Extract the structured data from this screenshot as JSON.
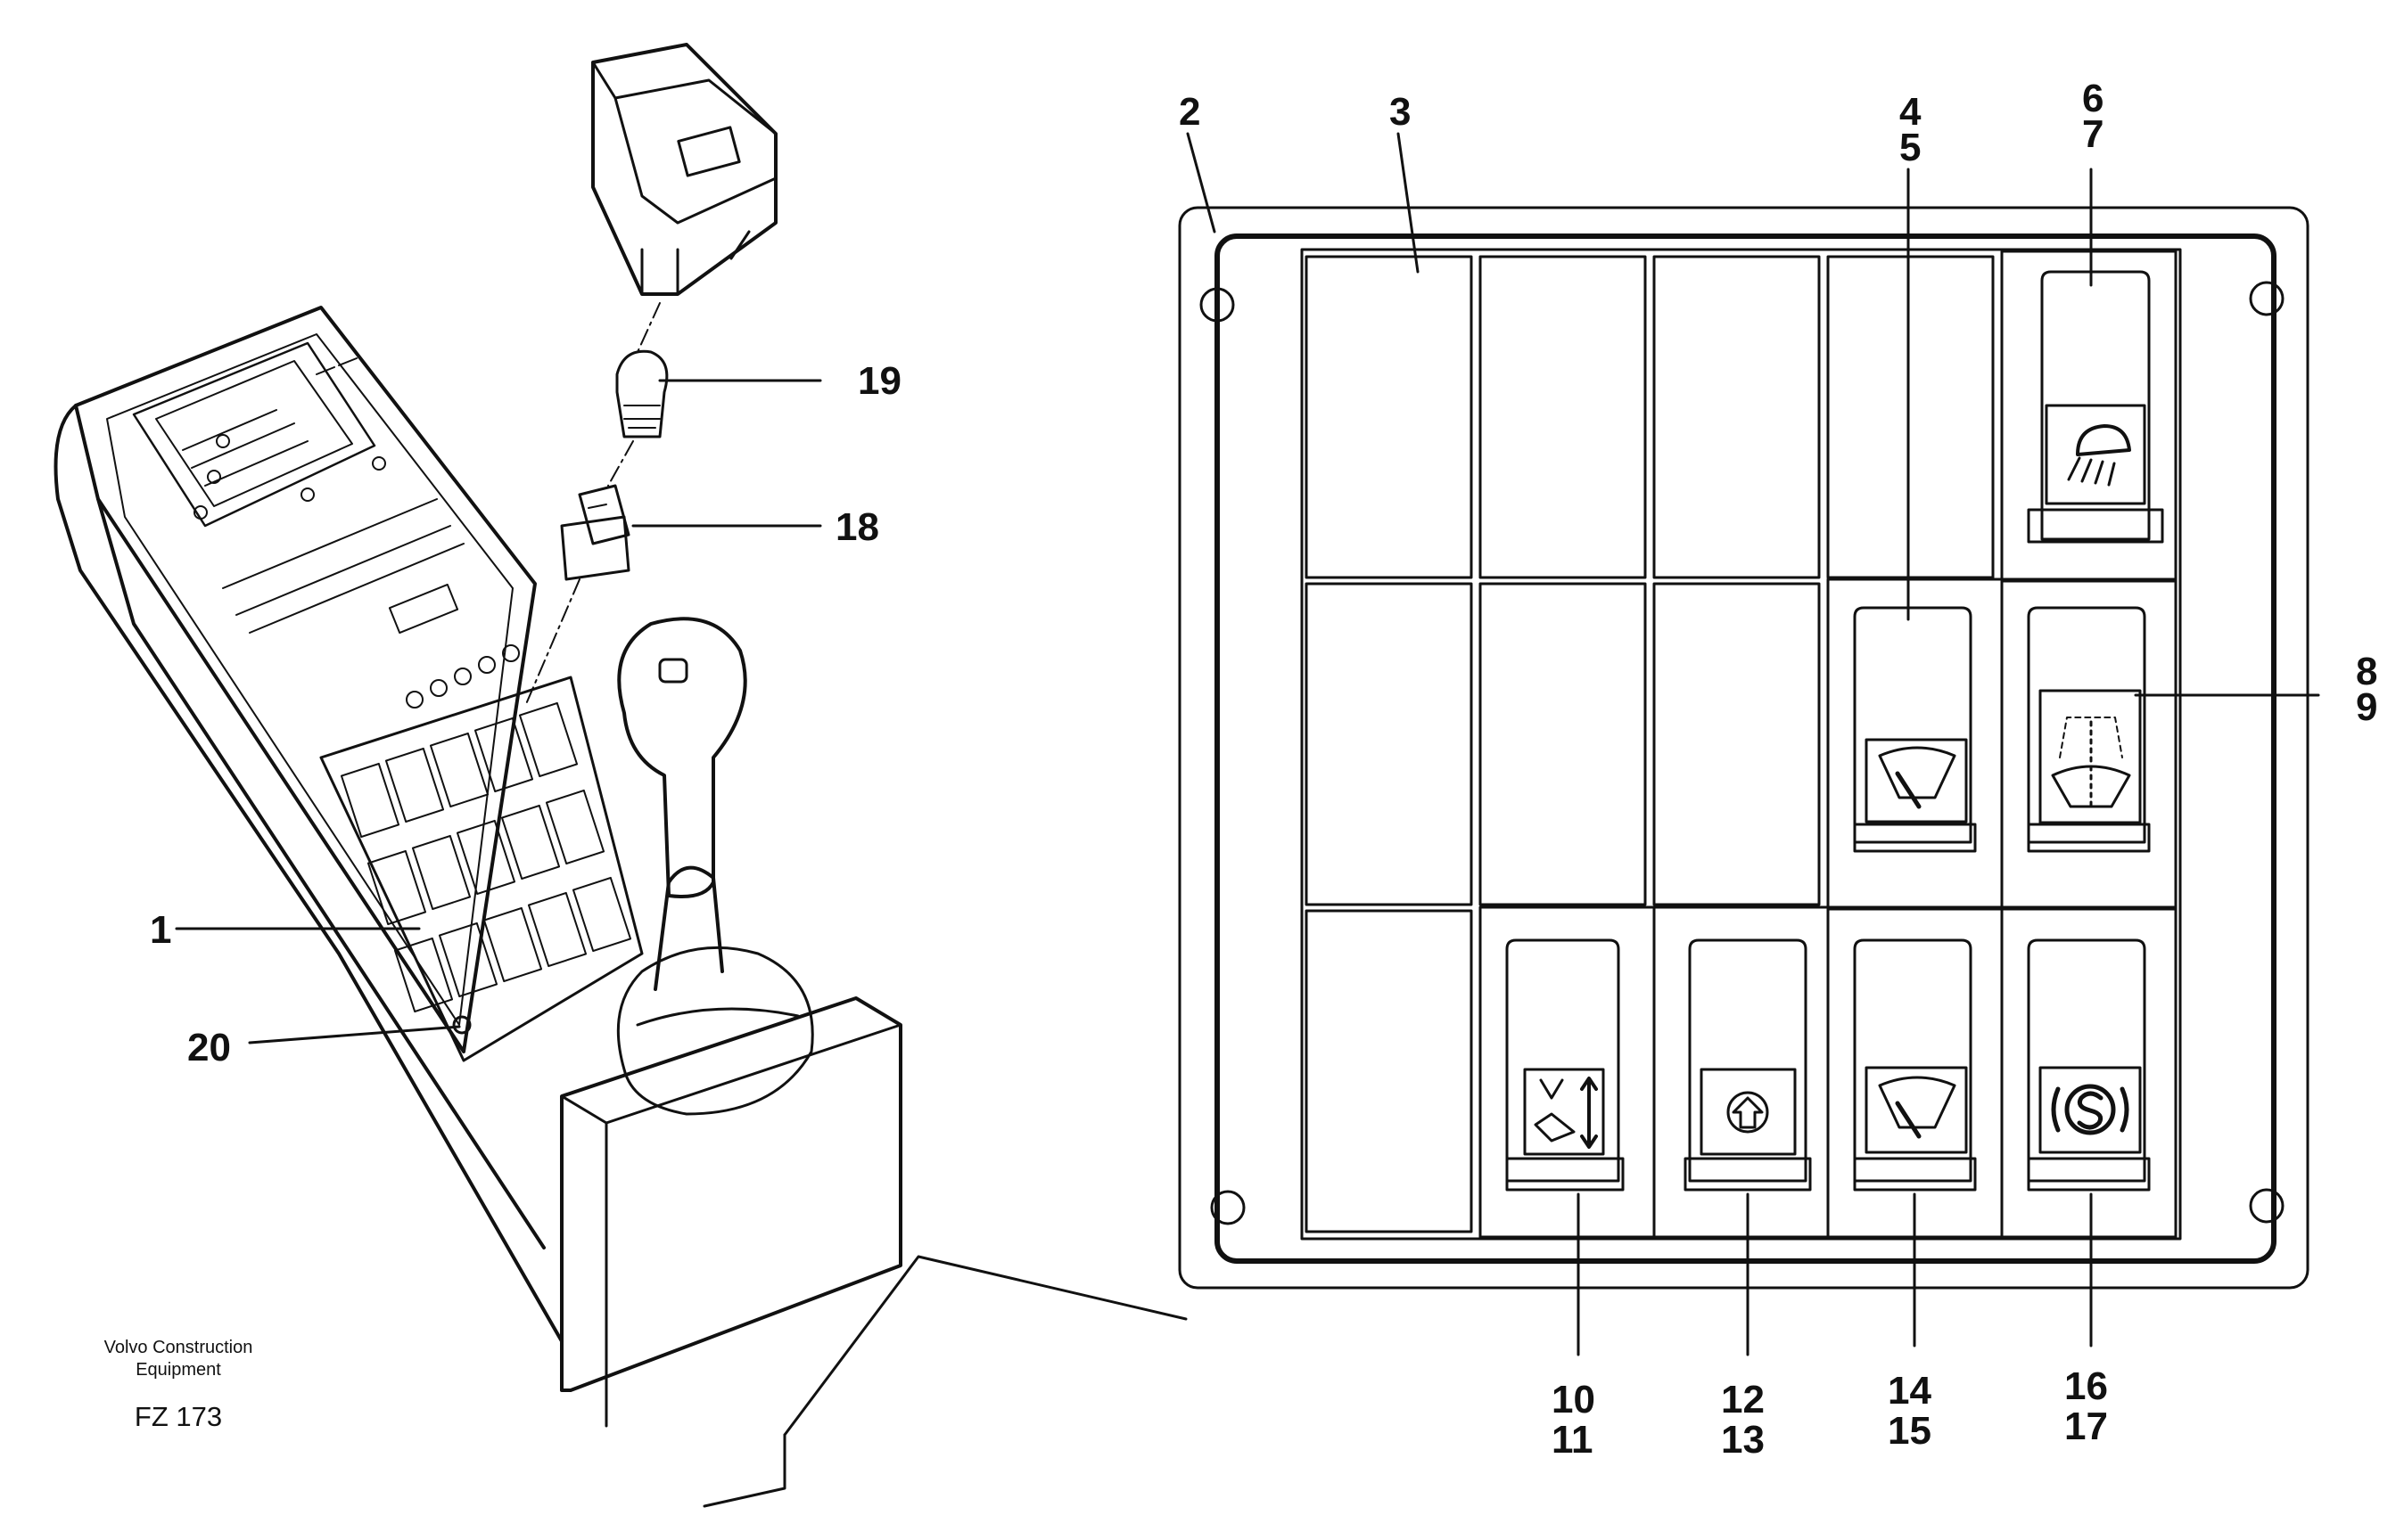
{
  "callouts": {
    "c1": "1",
    "c2": "2",
    "c3": "3",
    "c4": "4",
    "c5": "5",
    "c6": "6",
    "c7": "7",
    "c8": "8",
    "c9": "9",
    "c10": "10",
    "c11": "11",
    "c12": "12",
    "c13": "13",
    "c14": "14",
    "c15": "15",
    "c16": "16",
    "c17": "17",
    "c18": "18",
    "c19": "19",
    "c20": "20"
  },
  "caption": {
    "company_line1": "Volvo Construction",
    "company_line2": "Equipment",
    "figure_code": "FZ 173"
  },
  "panel_icons": {
    "r1c5": "work-light-icon",
    "r2c4": "front-wiper-icon",
    "r2c5": "wiper-washer-icon",
    "r3c2": "boom-float-icon",
    "r3c3": "arrow-up-circle-icon",
    "r3c4": "rear-wiper-icon",
    "r3c5": "parking-brake-s-icon"
  }
}
